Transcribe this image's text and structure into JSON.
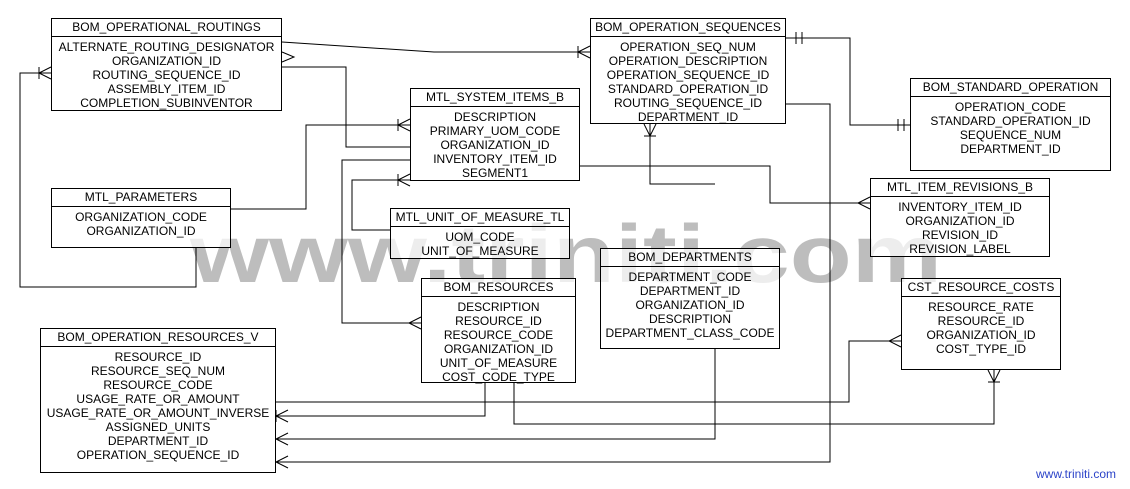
{
  "watermark": "www.triniti.com",
  "credit": "www.triniti.com",
  "entities": [
    {
      "title": "BOM_OPERATIONAL_ROUTINGS",
      "attributes": [
        "ALTERNATE_ROUTING_DESIGNATOR",
        "ORGANIZATION_ID",
        "ROUTING_SEQUENCE_ID",
        "ASSEMBLY_ITEM_ID",
        "COMPLETION_SUBINVENTOR"
      ]
    },
    {
      "title": "BOM_OPERATION_SEQUENCES",
      "attributes": [
        "OPERATION_SEQ_NUM",
        "OPERATION_DESCRIPTION",
        "OPERATION_SEQUENCE_ID",
        "STANDARD_OPERATION_ID",
        "ROUTING_SEQUENCE_ID",
        "DEPARTMENT_ID"
      ]
    },
    {
      "title": "BOM_STANDARD_OPERATION",
      "attributes": [
        "OPERATION_CODE",
        "STANDARD_OPERATION_ID",
        "SEQUENCE_NUM",
        "DEPARTMENT_ID"
      ]
    },
    {
      "title": "MTL_SYSTEM_ITEMS_B",
      "attributes": [
        "DESCRIPTION",
        "PRIMARY_UOM_CODE",
        "ORGANIZATION_ID",
        "INVENTORY_ITEM_ID",
        "SEGMENT1"
      ]
    },
    {
      "title": "MTL_PARAMETERS",
      "attributes": [
        "ORGANIZATION_CODE",
        "ORGANIZATION_ID"
      ]
    },
    {
      "title": "MTL_UNIT_OF_MEASURE_TL",
      "attributes": [
        "UOM_CODE",
        "UNIT_OF_MEASURE"
      ]
    },
    {
      "title": "MTL_ITEM_REVISIONS_B",
      "attributes": [
        "INVENTORY_ITEM_ID",
        "ORGANIZATION_ID",
        "REVISION_ID",
        "REVISION_LABEL"
      ]
    },
    {
      "title": "BOM_DEPARTMENTS",
      "attributes": [
        "DEPARTMENT_CODE",
        "DEPARTMENT_ID",
        "ORGANIZATION_ID",
        "DESCRIPTION",
        "DEPARTMENT_CLASS_CODE"
      ]
    },
    {
      "title": "BOM_RESOURCES",
      "attributes": [
        "DESCRIPTION",
        "RESOURCE_ID",
        "RESOURCE_CODE",
        "ORGANIZATION_ID",
        "UNIT_OF_MEASURE",
        "COST_CODE_TYPE"
      ]
    },
    {
      "title": "CST_RESOURCE_COSTS",
      "attributes": [
        "RESOURCE_RATE",
        "RESOURCE_ID",
        "ORGANIZATION_ID",
        "COST_TYPE_ID"
      ]
    },
    {
      "title": "BOM_OPERATION_RESOURCES_V",
      "attributes": [
        "RESOURCE_ID",
        "RESOURCE_SEQ_NUM",
        "RESOURCE_CODE",
        "USAGE_RATE_OR_AMOUNT",
        "USAGE_RATE_OR_AMOUNT_INVERSE",
        "ASSIGNED_UNITS",
        "DEPARTMENT_ID",
        "OPERATION_SEQUENCE_ID"
      ]
    }
  ]
}
